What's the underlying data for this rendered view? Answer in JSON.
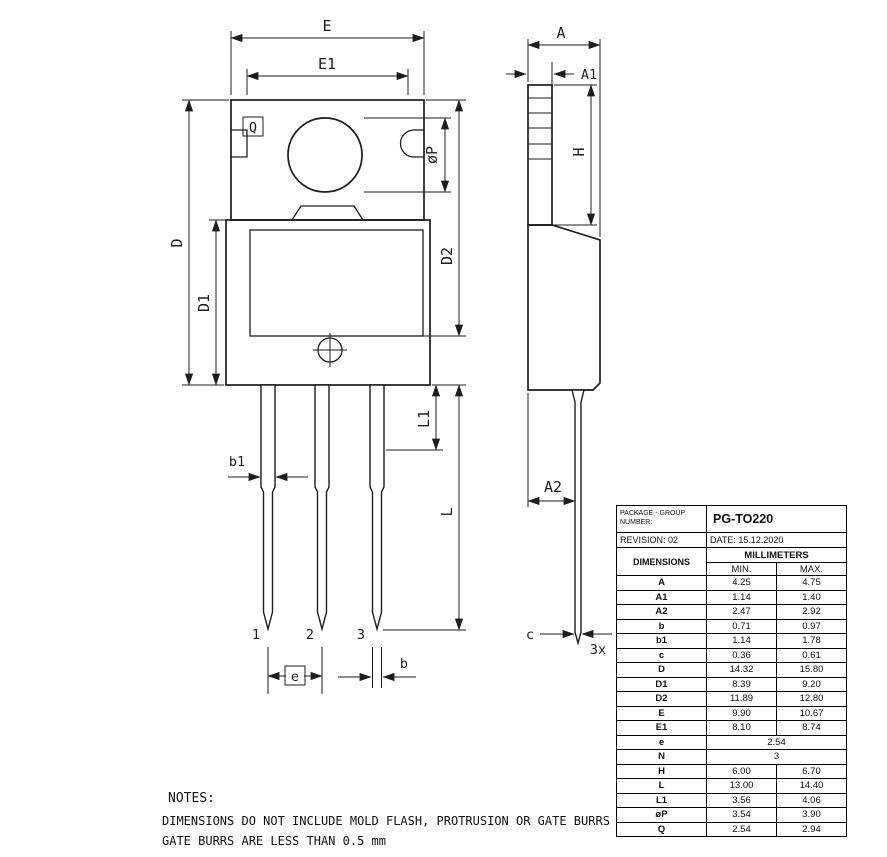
{
  "colors": {
    "line": "#1d1d1d",
    "background": "#ffffff"
  },
  "drawing": {
    "front": {
      "E": "E",
      "E1": "E1",
      "Q": "Q",
      "phiP": "øP",
      "D": "D",
      "D1": "D1",
      "D2": "D2",
      "b1": "b1",
      "L1": "L1",
      "L": "L",
      "b": "b",
      "e": "e",
      "pin1": "1",
      "pin2": "2",
      "pin3": "3"
    },
    "side": {
      "A": "A",
      "A1": "A1",
      "H": "H",
      "A2": "A2",
      "c": "c",
      "count": "3x"
    }
  },
  "table": {
    "header": {
      "package_label_line1": "PACKAGE - GROUP",
      "package_label_line2": "NUMBER:",
      "package_name": "PG-TO220",
      "revision": "REVISION: 02",
      "date": "DATE: 15.12.2020",
      "dimensions": "DIMENSIONS",
      "millimeters": "MILLIMETERS",
      "min": "MIN.",
      "max": "MAX."
    },
    "rows": [
      {
        "dim": "A",
        "min": "4.25",
        "max": "4.75"
      },
      {
        "dim": "A1",
        "min": "1.14",
        "max": "1.40"
      },
      {
        "dim": "A2",
        "min": "2.47",
        "max": "2.92"
      },
      {
        "dim": "b",
        "min": "0.71",
        "max": "0.97"
      },
      {
        "dim": "b1",
        "min": "1.14",
        "max": "1.78"
      },
      {
        "dim": "c",
        "min": "0.36",
        "max": "0.61"
      },
      {
        "dim": "D",
        "min": "14.32",
        "max": "15.80"
      },
      {
        "dim": "D1",
        "min": "8.39",
        "max": "9.20"
      },
      {
        "dim": "D2",
        "min": "11.89",
        "max": "12.80"
      },
      {
        "dim": "E",
        "min": "9.90",
        "max": "10.67"
      },
      {
        "dim": "E1",
        "min": "8.10",
        "max": "8.74"
      },
      {
        "dim": "e",
        "span": "2.54"
      },
      {
        "dim": "N",
        "span": "3"
      },
      {
        "dim": "H",
        "min": "6.00",
        "max": "6.70"
      },
      {
        "dim": "L",
        "min": "13.00",
        "max": "14.40"
      },
      {
        "dim": "L1",
        "min": "3.56",
        "max": "4.06"
      },
      {
        "dim": "øP",
        "min": "3.54",
        "max": "3.90"
      },
      {
        "dim": "Q",
        "min": "2.54",
        "max": "2.94"
      }
    ]
  },
  "notes": {
    "title": "NOTES:",
    "line1": "DIMENSIONS DO NOT INCLUDE MOLD FLASH, PROTRUSION OR GATE BURRS",
    "line2": "GATE BURRS ARE LESS THAN 0.5 mm"
  }
}
